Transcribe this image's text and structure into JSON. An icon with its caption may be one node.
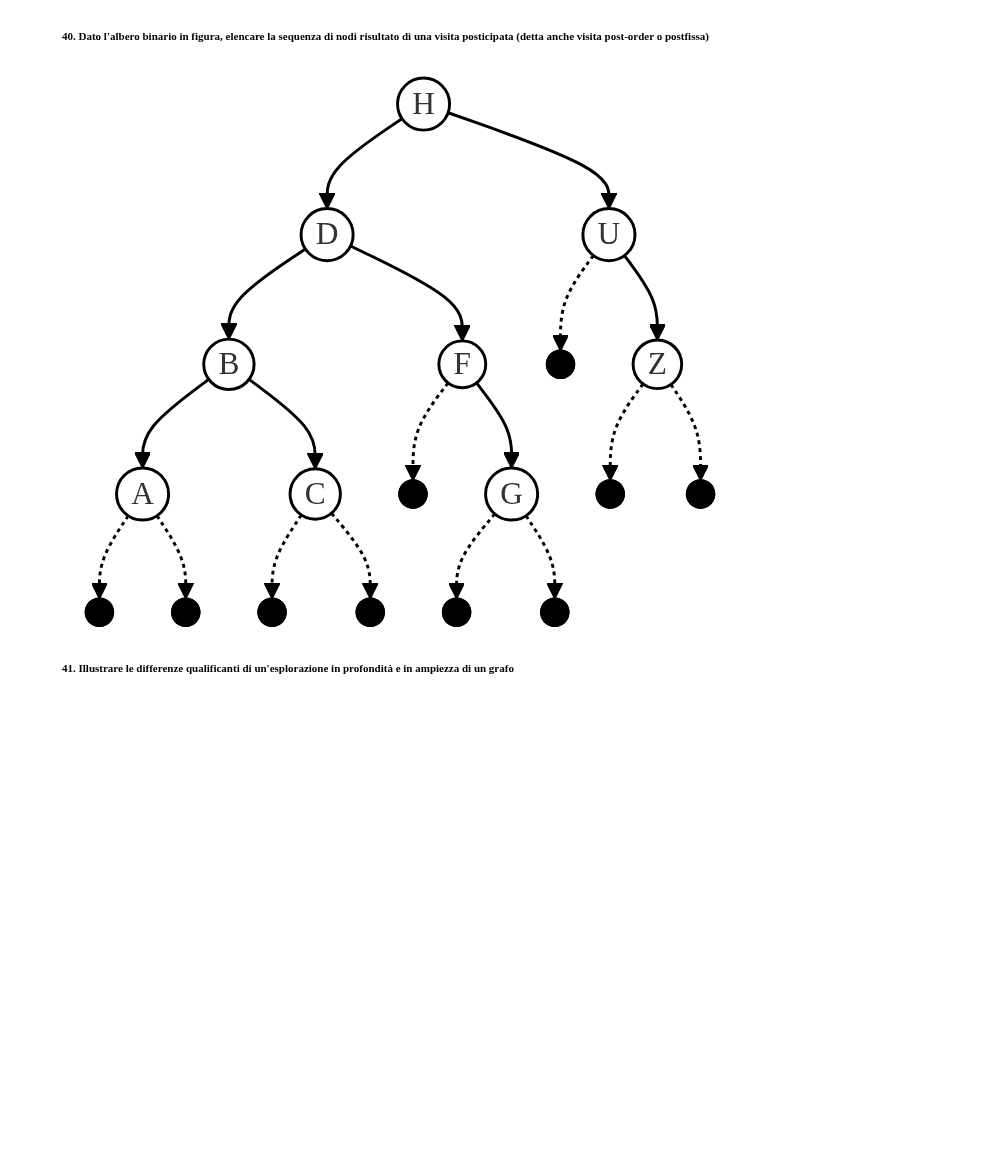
{
  "diagram": {
    "nodes": [
      {
        "text": [
          "H"
        ]
      },
      {
        "text": [
          "D"
        ]
      },
      {
        "text": [
          "U"
        ]
      },
      {
        "text": [
          "B"
        ]
      },
      {
        "text": [
          "F"
        ]
      },
      {
        "text": [],
        "shape": "dot"
      },
      {
        "text": [
          "Z"
        ]
      },
      {
        "text": [
          "A"
        ]
      },
      {
        "text": [
          "C"
        ]
      },
      {
        "text": [],
        "shape": "dot"
      },
      {
        "text": [
          "G"
        ]
      },
      {
        "text": [],
        "shape": "dot"
      },
      {
        "text": [],
        "shape": "dot"
      },
      {
        "text": [],
        "shape": "dot"
      },
      {
        "text": [],
        "shape": "dot"
      },
      {
        "text": [],
        "shape": "dot"
      },
      {
        "text": [],
        "shape": "dot"
      },
      {
        "text": [],
        "shape": "dot"
      },
      {
        "text": [],
        "shape": "dot"
      }
    ],
    "edges": [
      {
        "from": 0,
        "to": 1,
        "arrow": "to"
      },
      {
        "from": 0,
        "to": 2,
        "arrow": "to"
      },
      {
        "from": 1,
        "to": 3,
        "arrow": "to"
      },
      {
        "from": 1,
        "to": 4,
        "arrow": "to"
      },
      {
        "from": 2,
        "to": 5,
        "arrow": "to",
        "style": "dashed"
      },
      {
        "from": 2,
        "to": 6,
        "arrow": "to"
      },
      {
        "from": 3,
        "to": 7,
        "arrow": "to"
      },
      {
        "from": 3,
        "to": 8,
        "arrow": "to"
      },
      {
        "from": 4,
        "to": 9,
        "arrow": "to",
        "style": "dashed"
      },
      {
        "from": 4,
        "to": 10,
        "arrow": "to"
      },
      {
        "from": 6,
        "to": 11,
        "arrow": "to",
        "style": "dashed"
      },
      {
        "from": 6,
        "to": 12,
        "arrow": "to",
        "style": "dashed"
      },
      {
        "from": 7,
        "to": 13,
        "arrow": "to",
        "style": "dashed"
      },
      {
        "from": 7,
        "to": 14,
        "arrow": "to",
        "style": "dashed"
      },
      {
        "from": 8,
        "to": 15,
        "arrow": "to",
        "style": "dashed"
      },
      {
        "from": 8,
        "to": 16,
        "arrow": "to",
        "style": "dashed"
      },
      {
        "from": 10,
        "to": 17,
        "arrow": "to",
        "style": "dashed"
      },
      {
        "from": 10,
        "to": 18,
        "arrow": "to",
        "style": "dashed"
      }
    ],
    "labels": [
      "40. Dato l'albero binario in figura, elencare la sequenza di nodi risultato di una visita posticipata (detta anche visita post-order o postfissa)",
      "41. Illustrare le differenze qualificanti di un'esplorazione in profondità e in ampiezza di un grafo"
    ]
  }
}
